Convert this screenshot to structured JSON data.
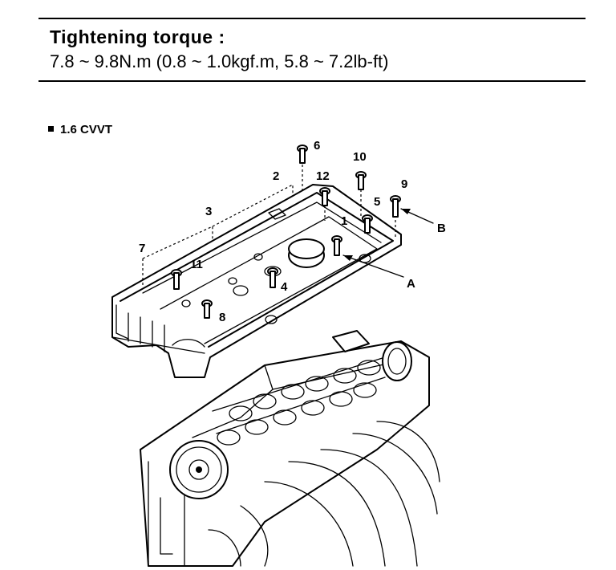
{
  "torque": {
    "title": "Tightening torque :",
    "value": "7.8 ~ 9.8N.m (0.8 ~ 1.0kgf.m, 5.8 ~ 7.2lb-ft)"
  },
  "section": {
    "label": "1.6 CVVT"
  },
  "callouts": {
    "n1": "1",
    "n2": "2",
    "n3": "3",
    "n4": "4",
    "n5": "5",
    "n6": "6",
    "n7": "7",
    "n8": "8",
    "n9": "9",
    "n10": "10",
    "n11": "11",
    "n12": "12",
    "a": "A",
    "b": "B"
  }
}
